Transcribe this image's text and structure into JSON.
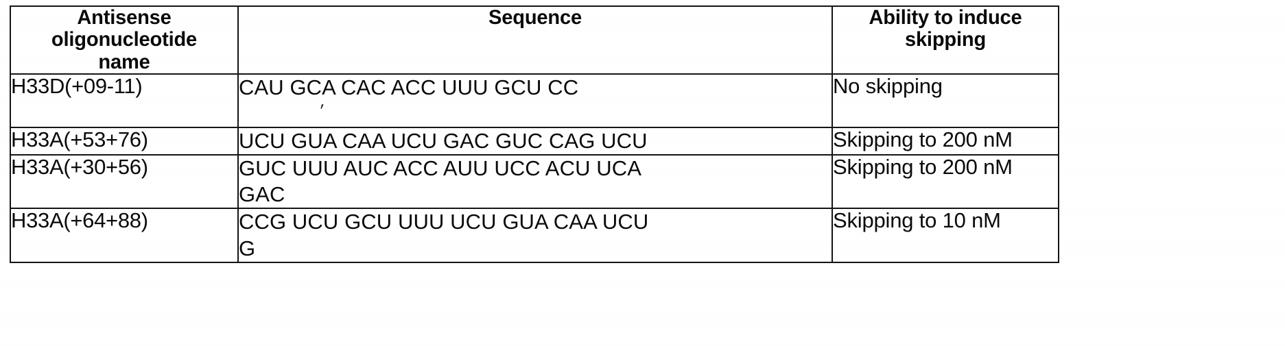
{
  "document": {
    "kind": "scanned-patent-table",
    "table": {
      "columns": [
        {
          "id": "name",
          "header_lines": [
            "Antisense",
            "oligonucleotide",
            "name"
          ]
        },
        {
          "id": "sequence",
          "header_lines": [
            "Sequence"
          ]
        },
        {
          "id": "ability",
          "header_lines": [
            "Ability to induce",
            "skipping"
          ]
        }
      ],
      "rows": [
        {
          "name": "H33D(+09-11)",
          "sequence_lines": [
            "CAU GCA CAC ACC UUU GCU CC"
          ],
          "artifact_mark": "′",
          "ability": "No skipping"
        },
        {
          "name": "H33A(+53+76)",
          "sequence_lines": [
            "UCU GUA CAA UCU GAC GUC CAG UCU"
          ],
          "artifact_mark": "",
          "ability": "Skipping to 200 nM"
        },
        {
          "name": "H33A(+30+56)",
          "sequence_lines": [
            "GUC UUU AUC ACC AUU UCC ACU UCA",
            "GAC"
          ],
          "artifact_mark": "",
          "ability": "Skipping to 200 nM"
        },
        {
          "name": "H33A(+64+88)",
          "sequence_lines": [
            "CCG UCU GCU UUU UCU GUA CAA UCU",
            "G"
          ],
          "artifact_mark": "",
          "ability": "Skipping to 10 nM"
        }
      ]
    },
    "colors": {
      "ink": "#141414",
      "paper": "#ffffff"
    }
  }
}
